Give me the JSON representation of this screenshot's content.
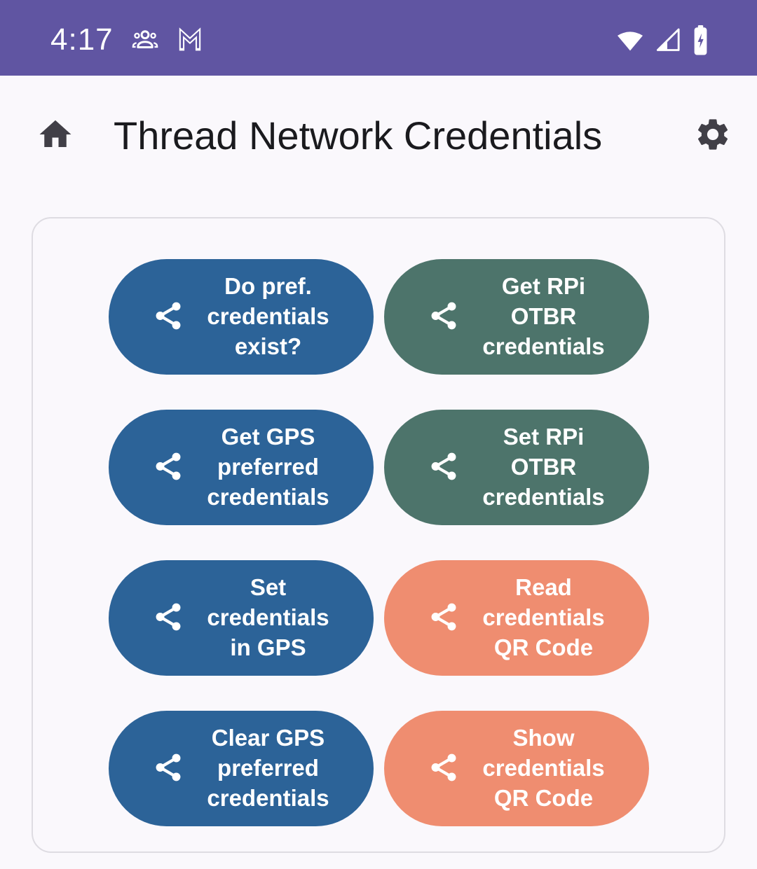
{
  "status_bar": {
    "time": "4:17",
    "bg_color": "#6055A2",
    "left_icons": [
      "people-icon",
      "gmail-icon"
    ],
    "right_icons": [
      "wifi-icon",
      "cellular-signal-icon",
      "battery-charging-icon"
    ]
  },
  "app_bar": {
    "title": "Thread Network Credentials",
    "left_icon": "home-icon",
    "right_icon": "gear-icon"
  },
  "colors": {
    "background": "#FAF8FC",
    "status_bar": "#6055A2",
    "card_border": "#DEDCE2",
    "blue_button": "#2C6398",
    "green_button": "#4D746B",
    "salmon_button": "#EF8D70",
    "button_text": "#FFFFFF",
    "app_bar_icons": "#413F47"
  },
  "card": {
    "buttons": [
      {
        "id": "do-pref-credentials-exist",
        "label": "Do pref.\ncredentials\nexist?",
        "color": "#2C6398",
        "icon": "share-icon"
      },
      {
        "id": "get-rpi-otbr-credentials",
        "label": "Get RPi\nOTBR\ncredentials",
        "color": "#4D746B",
        "icon": "share-icon"
      },
      {
        "id": "get-gps-preferred-credentials",
        "label": "Get GPS\npreferred\ncredentials",
        "color": "#2C6398",
        "icon": "share-icon"
      },
      {
        "id": "set-rpi-otbr-credentials",
        "label": "Set RPi\nOTBR\ncredentials",
        "color": "#4D746B",
        "icon": "share-icon"
      },
      {
        "id": "set-credentials-in-gps",
        "label": "Set\ncredentials\nin GPS",
        "color": "#2C6398",
        "icon": "share-icon"
      },
      {
        "id": "read-credentials-qr-code",
        "label": "Read\ncredentials\nQR Code",
        "color": "#EF8D70",
        "icon": "share-icon"
      },
      {
        "id": "clear-gps-preferred-credentials",
        "label": "Clear GPS\npreferred\ncredentials",
        "color": "#2C6398",
        "icon": "share-icon"
      },
      {
        "id": "show-credentials-qr-code",
        "label": "Show\ncredentials\nQR Code",
        "color": "#EF8D70",
        "icon": "share-icon"
      }
    ]
  }
}
